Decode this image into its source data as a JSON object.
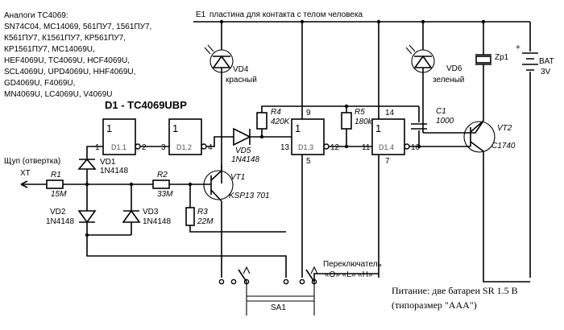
{
  "analogs": {
    "title": "Аналоги ТС4069:",
    "lines": [
      "SN74C04, MC14069, 561ПУ7, 1561ПУ7,",
      "К561ПУ7, К1561ПУ7, КР561ПУ7,",
      "КР1561ПУ7, MC14069U,",
      "HEF4069U, TC4069U, HCF4069U,",
      "SCL4069U, UPD4069U, HHF4069U,",
      "GD4069U, F4069U,",
      "MN4069U, LC4069U, V4069U"
    ]
  },
  "ic_title": "D1 - TC4069UBP",
  "top_rail": {
    "e1": "E1",
    "label": "пластина для контакта с телом человека"
  },
  "probe": {
    "label": "Щуп (отвертка)",
    "xt": "XT"
  },
  "gates": [
    {
      "one": "1",
      "name": "D1.1",
      "pin_in": "1",
      "pin_out": "2"
    },
    {
      "one": "1",
      "name": "D1.2",
      "pin_in": "3",
      "pin_out": "4"
    },
    {
      "one": "1",
      "name": "D1.3",
      "pin_in": "13",
      "pin_out": "12",
      "pin_top": "9",
      "pin_bot": "5"
    },
    {
      "one": "1",
      "name": "D1.4",
      "pin_in": "11",
      "pin_out": "10",
      "pin_top": "14",
      "pin_bot": "7"
    }
  ],
  "components": {
    "r1": {
      "ref": "R1",
      "val": "15M"
    },
    "r2": {
      "ref": "R2",
      "val": "33M"
    },
    "r3": {
      "ref": "R3",
      "val": "22M"
    },
    "r4": {
      "ref": "R4",
      "val": "420K"
    },
    "r5": {
      "ref": "R5",
      "val": "180k"
    },
    "c1": {
      "ref": "C1",
      "val": "1000"
    },
    "vd1": {
      "ref": "VD1",
      "val": "1N4148"
    },
    "vd2": {
      "ref": "VD2",
      "val": "1N4148"
    },
    "vd3": {
      "ref": "VD3",
      "val": "1N4148"
    },
    "vd4": {
      "ref": "VD4",
      "val": "красный"
    },
    "vd5": {
      "ref": "VD5",
      "val": "1N4148"
    },
    "vd6": {
      "ref": "VD6",
      "val": "зеленый"
    },
    "vt1": {
      "ref": "VT1",
      "val": "KSP13 701"
    },
    "vt2": {
      "ref": "VT2",
      "val": "C1740"
    },
    "zp1": {
      "ref": "Zp1"
    },
    "bat": {
      "ref": "BAT",
      "val": "3V",
      "plus": "+"
    },
    "sa1": {
      "ref": "SA1"
    }
  },
  "switch": {
    "title": "Переключатель",
    "positions": "«О» «L» «H»"
  },
  "power_note": {
    "line1": "Питание: две батареи SR 1.5 В",
    "line2": "(типоразмер \"ААА\")"
  }
}
